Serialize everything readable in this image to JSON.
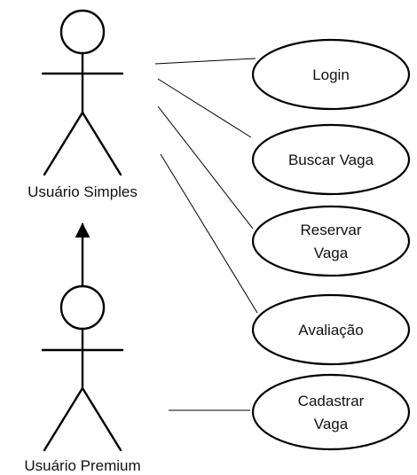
{
  "diagram": {
    "actors": {
      "simple": {
        "label": "Usuário Simples"
      },
      "premium": {
        "label": "Usuário Premium"
      }
    },
    "use_cases": {
      "login": {
        "lines": [
          "Login"
        ]
      },
      "buscar_vaga": {
        "lines": [
          "Buscar Vaga"
        ]
      },
      "reservar_vaga": {
        "lines": [
          "Reservar",
          "Vaga"
        ]
      },
      "avaliacao": {
        "lines": [
          "Avaliação"
        ]
      },
      "cadastrar_vaga": {
        "lines": [
          "Cadastrar",
          "Vaga"
        ]
      }
    },
    "colors": {
      "stroke": "#000000",
      "background": "#ffffff"
    }
  }
}
